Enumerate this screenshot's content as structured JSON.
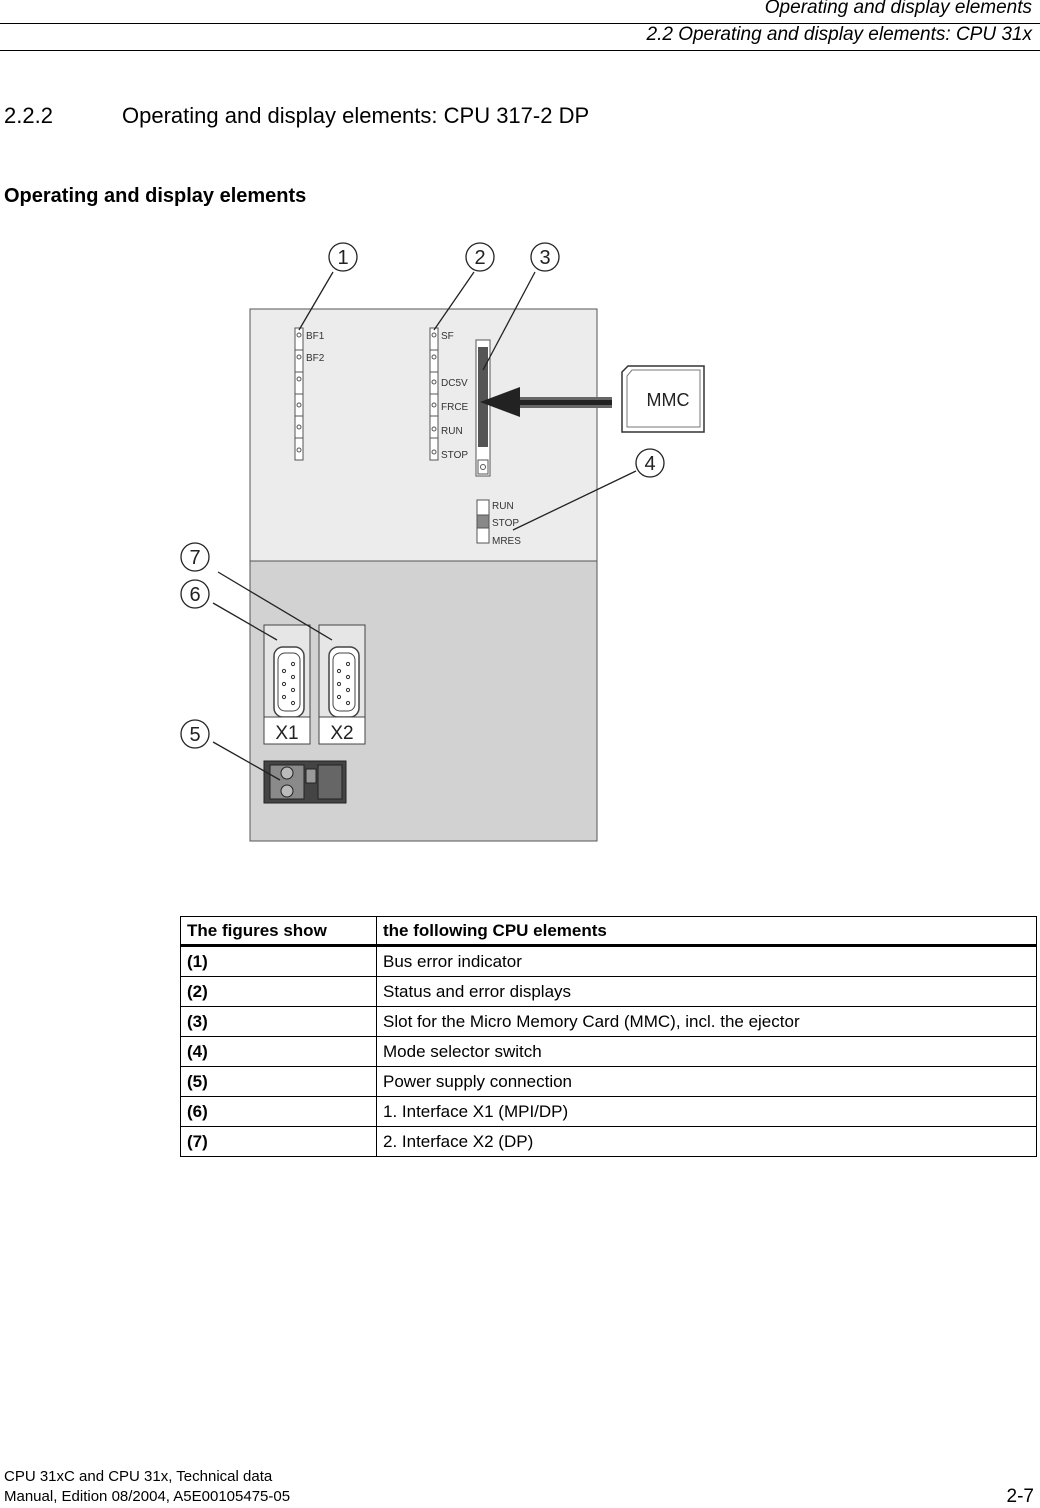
{
  "header": {
    "title": "Operating and display elements",
    "subtitle": "2.2 Operating and display elements: CPU 31x"
  },
  "section": {
    "number": "2.2.2",
    "title": "Operating and display elements: CPU 317-2 DP"
  },
  "subheading": "Operating and display elements",
  "figure": {
    "callouts": [
      "1",
      "2",
      "3",
      "4",
      "5",
      "6",
      "7"
    ],
    "led_left_labels": [
      "BF1",
      "BF2"
    ],
    "led_right_labels": [
      "SF",
      "DC5V",
      "FRCE",
      "RUN",
      "STOP"
    ],
    "mode_switch_labels": [
      "RUN",
      "STOP",
      "MRES"
    ],
    "mmc_label": "MMC",
    "interface_labels": [
      "X1",
      "X2"
    ]
  },
  "table": {
    "headers": [
      "The figures show",
      "the following CPU elements"
    ],
    "rows": [
      [
        "(1)",
        "Bus error indicator"
      ],
      [
        "(2)",
        "Status and error displays"
      ],
      [
        "(3)",
        "Slot for the Micro Memory Card (MMC), incl. the ejector"
      ],
      [
        "(4)",
        "Mode selector switch"
      ],
      [
        "(5)",
        "Power supply connection"
      ],
      [
        "(6)",
        "1. Interface X1 (MPI/DP)"
      ],
      [
        "(7)",
        "2. Interface X2 (DP)"
      ]
    ]
  },
  "footer": {
    "line1": "CPU 31xC and CPU 31x, Technical data",
    "line2": "Manual, Edition 08/2004, A5E00105475-05",
    "page": "2-7"
  }
}
